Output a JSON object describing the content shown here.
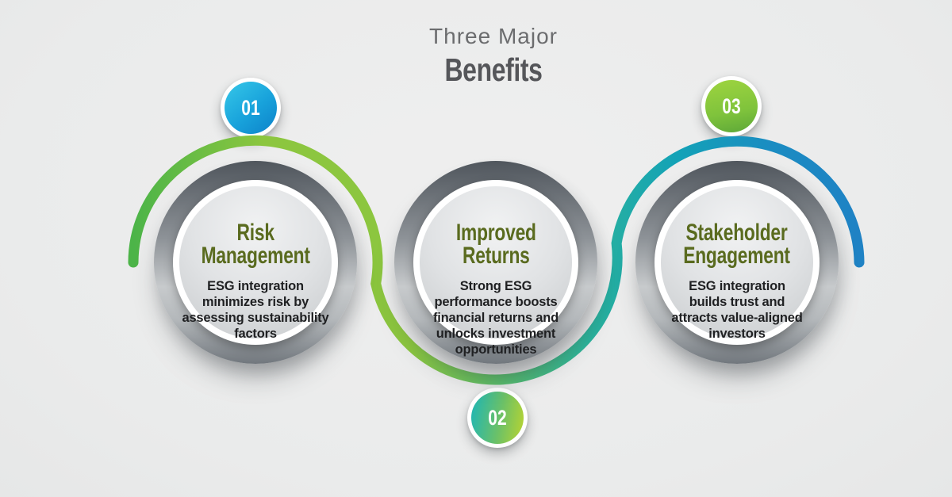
{
  "title": {
    "line1": "Three Major",
    "line2": "Benefits"
  },
  "colors": {
    "background": "#ebecec",
    "heading_olive": "#5a6b1f",
    "body_text": "#1f2022",
    "line_green": "#8cc63f",
    "line_teal": "#2bb29c",
    "line_blue": "#1f82c4",
    "badge1_blue": "#18a2db",
    "badge2_teal_green": "#6cc167",
    "badge3_green": "#7fc33c",
    "ring_gray": "#8d9297"
  },
  "cards": [
    {
      "number": "01",
      "heading_line1": "Risk",
      "heading_line2": "Management",
      "body_lines": [
        "ESG integration",
        "minimizes risk by",
        "assessing sustainability",
        "factors"
      ]
    },
    {
      "number": "02",
      "heading_line1": "Improved",
      "heading_line2": "Returns",
      "body_lines": [
        "Strong ESG",
        "performance boosts",
        "financial returns and",
        "unlocks investment",
        "opportunities"
      ]
    },
    {
      "number": "03",
      "heading_line1": "Stakeholder",
      "heading_line2": "Engagement",
      "body_lines": [
        "ESG integration",
        "builds trust and",
        "attracts value-aligned",
        "investors"
      ]
    }
  ]
}
